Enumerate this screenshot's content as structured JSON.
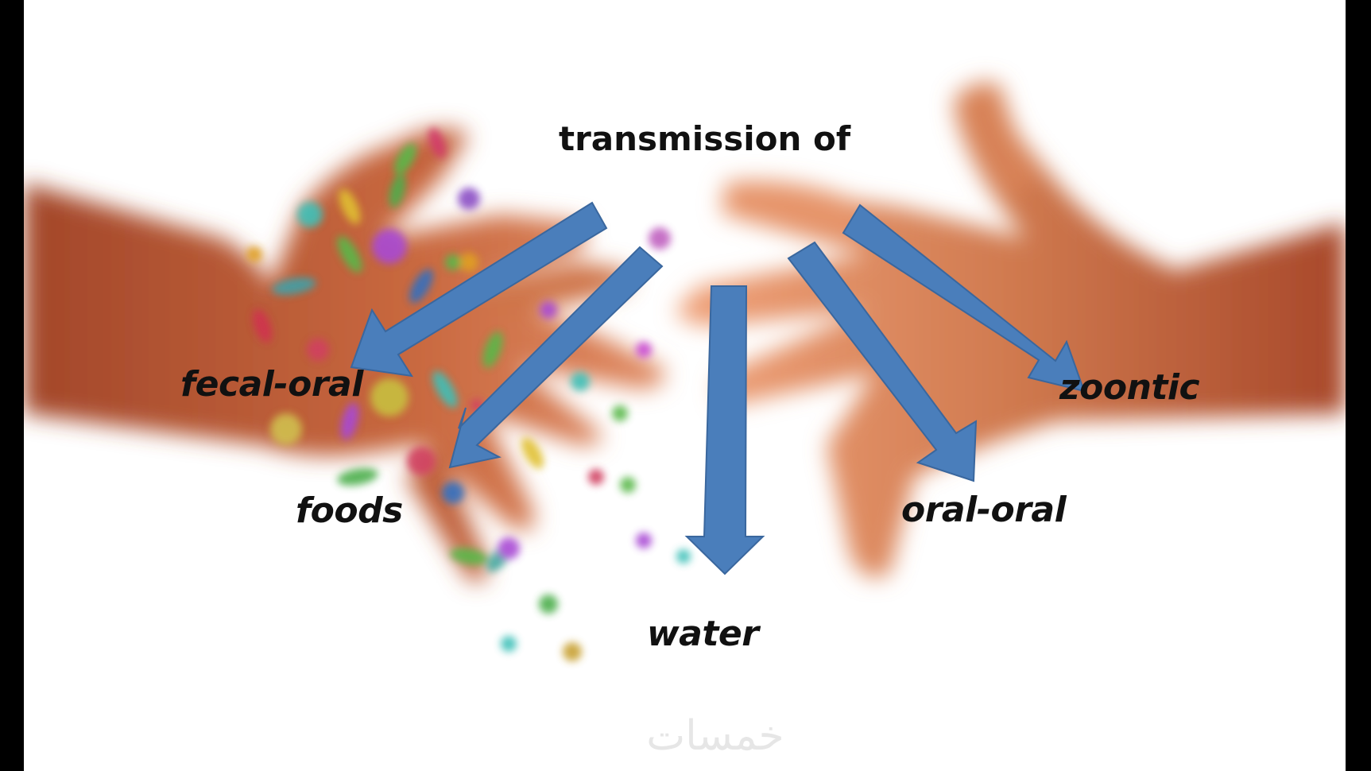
{
  "diagram": {
    "title": "transmission of",
    "routes": [
      {
        "label": "fecal-oral"
      },
      {
        "label": "foods"
      },
      {
        "label": "water"
      },
      {
        "label": "oral-oral"
      },
      {
        "label": "zoontic"
      }
    ],
    "arrow_color": "#4a7ebb",
    "arrow_stroke": "#3a679e"
  },
  "watermark": {
    "text": "خمسات"
  },
  "background": {
    "description_icon": "germ-covered-hands-image",
    "skin_color": "#c0623c"
  }
}
